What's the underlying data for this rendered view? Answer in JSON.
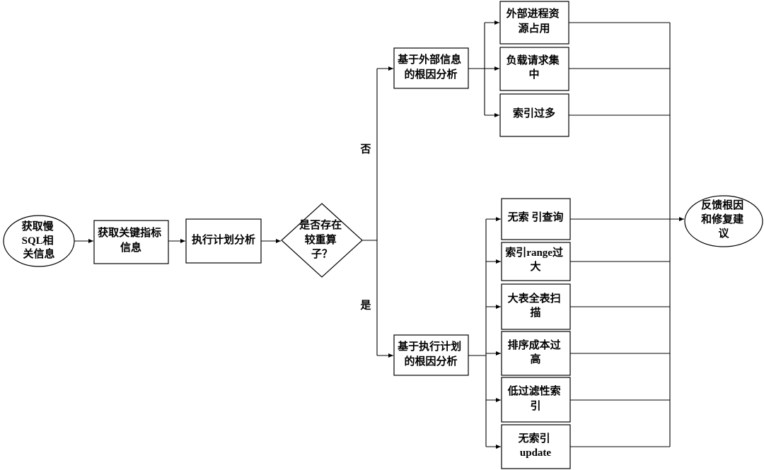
{
  "nodes": {
    "start": {
      "lines": [
        "获取慢",
        "SQL相",
        "关信息"
      ]
    },
    "get_metrics": {
      "lines": [
        "获取关键指标",
        "信息"
      ]
    },
    "plan_analysis": {
      "lines": [
        "执行计划分析"
      ]
    },
    "decision": {
      "lines": [
        "是否存在",
        "较重算",
        "子？"
      ]
    },
    "external_root_cause": {
      "lines": [
        "基于外部信息",
        "的根因分析"
      ]
    },
    "plan_root_cause": {
      "lines": [
        "基于执行计划",
        "的根因分析"
      ]
    },
    "external_process": {
      "lines": [
        "外部进程资",
        "源占用"
      ]
    },
    "load_concentration": {
      "lines": [
        "负载请求集",
        "中"
      ]
    },
    "too_many_indexes": {
      "lines": [
        "索引过多"
      ]
    },
    "no_index_query": {
      "lines": [
        "无索 引查询"
      ]
    },
    "index_range_large": {
      "lines": [
        "索引range过",
        "大"
      ]
    },
    "full_table_scan": {
      "lines": [
        "大表全表扫",
        "描"
      ]
    },
    "sort_cost_high": {
      "lines": [
        "排序成本过",
        "高"
      ]
    },
    "low_filter_index": {
      "lines": [
        "低过滤性索",
        "引"
      ]
    },
    "no_index_update": {
      "lines": [
        "无索引",
        "update"
      ]
    },
    "end": {
      "lines": [
        "反馈根因",
        "和修复建",
        "议"
      ]
    }
  },
  "edge_labels": {
    "no": "否",
    "yes": "是"
  },
  "colors": {
    "stroke": "#000000",
    "fill": "#ffffff",
    "text": "#000000"
  }
}
